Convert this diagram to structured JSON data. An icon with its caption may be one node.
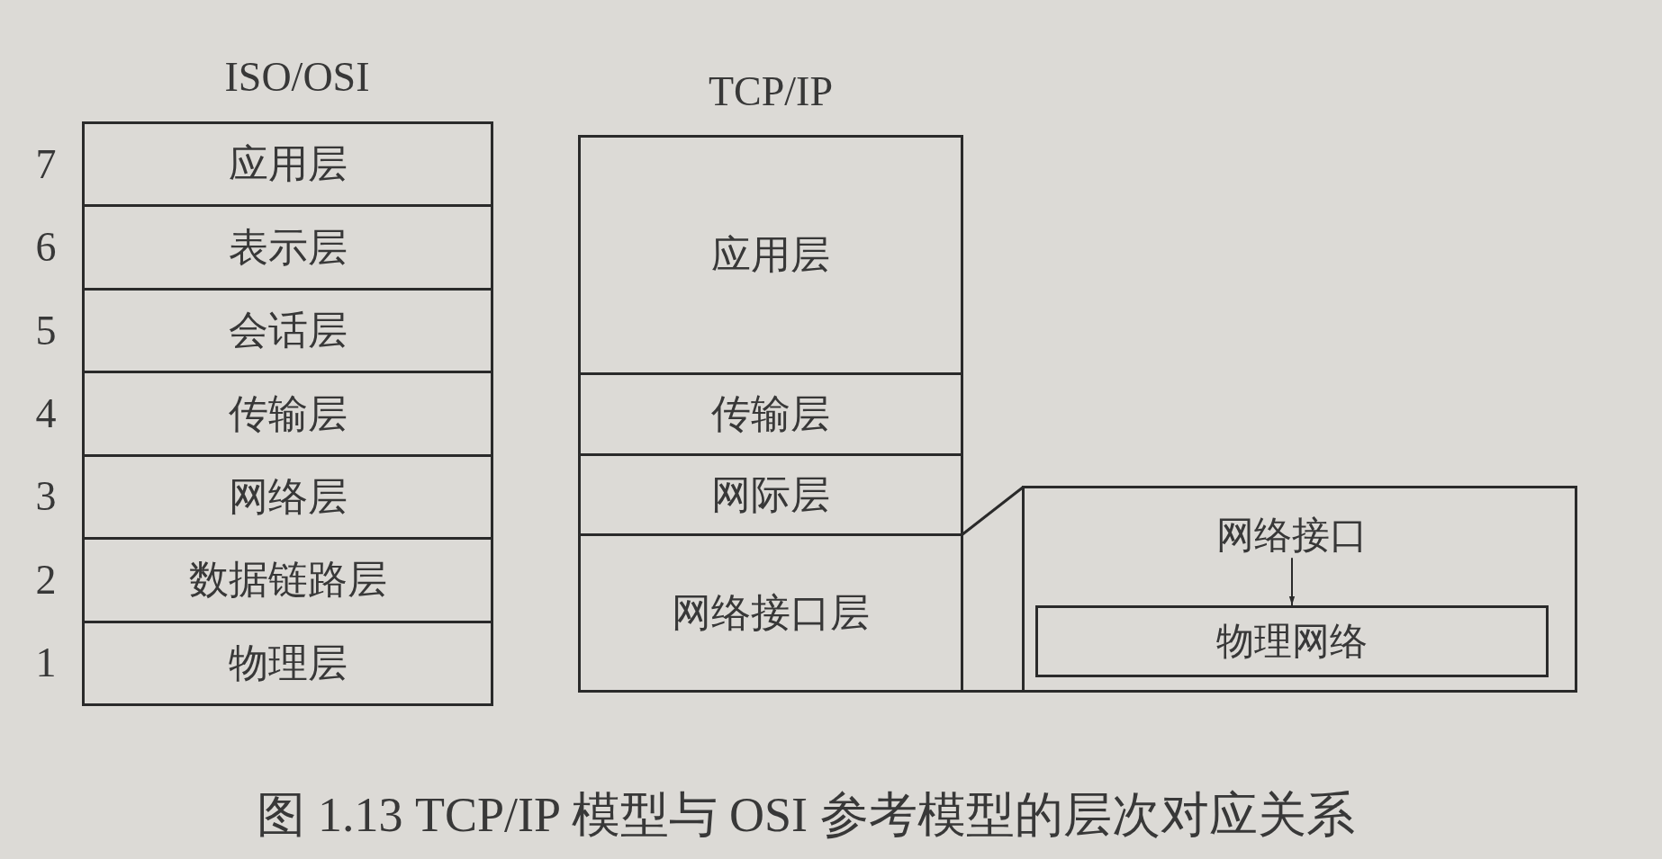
{
  "diagram": {
    "caption": "图 1.13 TCP/IP 模型与 OSI 参考模型的层次对应关系",
    "nodes": [
      {
        "text": [
          "ISO/OSI"
        ]
      },
      {
        "text": [
          "应用层"
        ],
        "in": 0,
        "beside": [
          "7"
        ]
      },
      {
        "text": [
          "表示层"
        ],
        "in": 0,
        "beside": [
          "6"
        ]
      },
      {
        "text": [
          "会话层"
        ],
        "in": 0,
        "beside": [
          "5"
        ]
      },
      {
        "text": [
          "传输层"
        ],
        "in": 0,
        "beside": [
          "4"
        ]
      },
      {
        "text": [
          "网络层"
        ],
        "in": 0,
        "beside": [
          "3"
        ]
      },
      {
        "text": [
          "数据链路层"
        ],
        "in": 0,
        "beside": [
          "2"
        ]
      },
      {
        "text": [
          "物理层"
        ],
        "in": 0,
        "beside": [
          "1"
        ]
      },
      {
        "text": [
          "TCP/IP"
        ]
      },
      {
        "text": [
          "应用层"
        ],
        "in": 8
      },
      {
        "text": [
          "传输层"
        ],
        "in": 8
      },
      {
        "text": [
          "网际层"
        ],
        "in": 8
      },
      {
        "text": [
          "网络接口层"
        ],
        "in": 8
      },
      {
        "text": [],
        "shape": "box"
      },
      {
        "text": [
          "网络接口"
        ],
        "in": 13
      },
      {
        "text": [
          "物理网络"
        ],
        "in": 13
      }
    ],
    "edges": [
      {
        "from": 12,
        "to": 13,
        "arrow": "none"
      },
      {
        "from": 12,
        "to": 13,
        "arrow": "none"
      },
      {
        "from": 14,
        "to": 15,
        "arrow": "to"
      }
    ]
  }
}
